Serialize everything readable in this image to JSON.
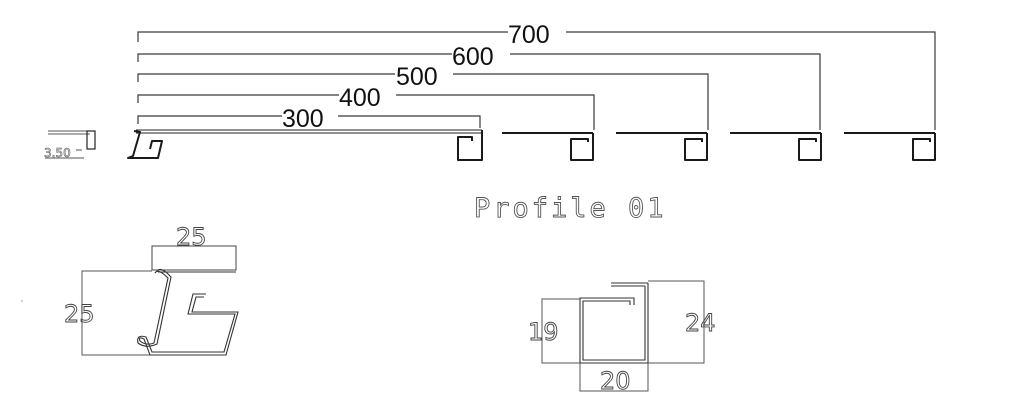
{
  "title": "Profile 01",
  "thickness_label": "3.50",
  "width_dimensions": [
    {
      "label": "300",
      "value": 300
    },
    {
      "label": "400",
      "value": 400
    },
    {
      "label": "500",
      "value": 500
    },
    {
      "label": "600",
      "value": 600
    },
    {
      "label": "700",
      "value": 700
    }
  ],
  "left_profile_detail": {
    "top_width_label": "25",
    "height_label": "25"
  },
  "right_profile_detail": {
    "left_height_label": "19",
    "right_height_label": "24",
    "width_label": "20"
  }
}
